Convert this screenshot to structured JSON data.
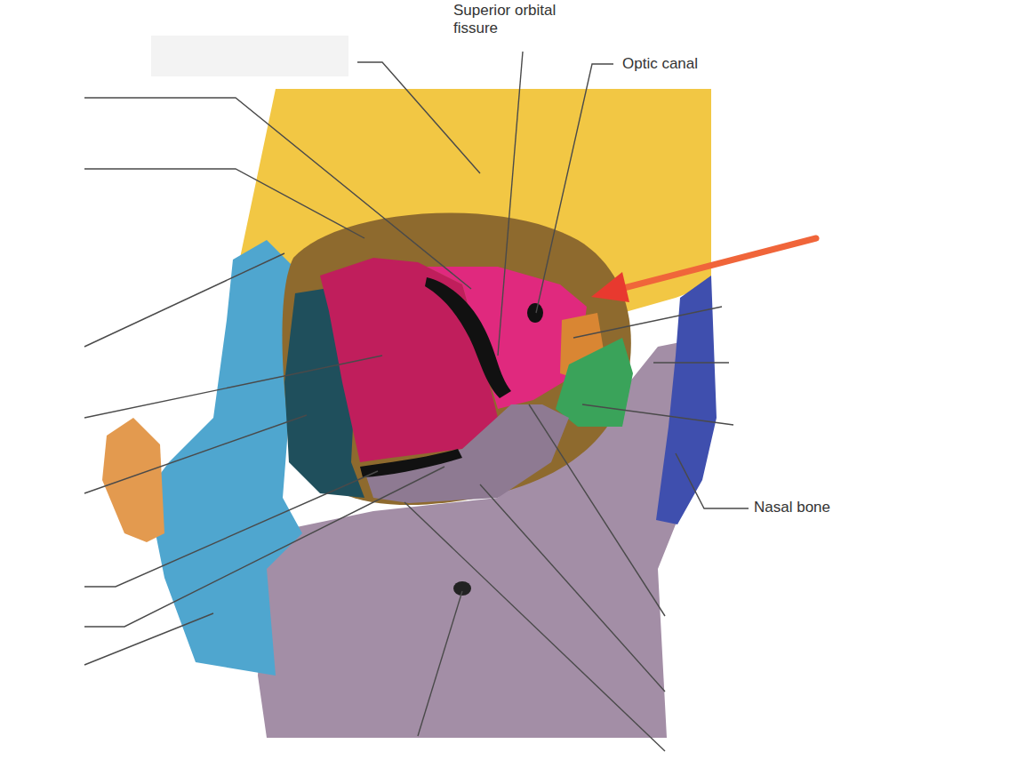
{
  "diagram": {
    "labels": [
      "Superior orbital fissure",
      "Optic canal",
      "Nasal bone"
    ]
  }
}
